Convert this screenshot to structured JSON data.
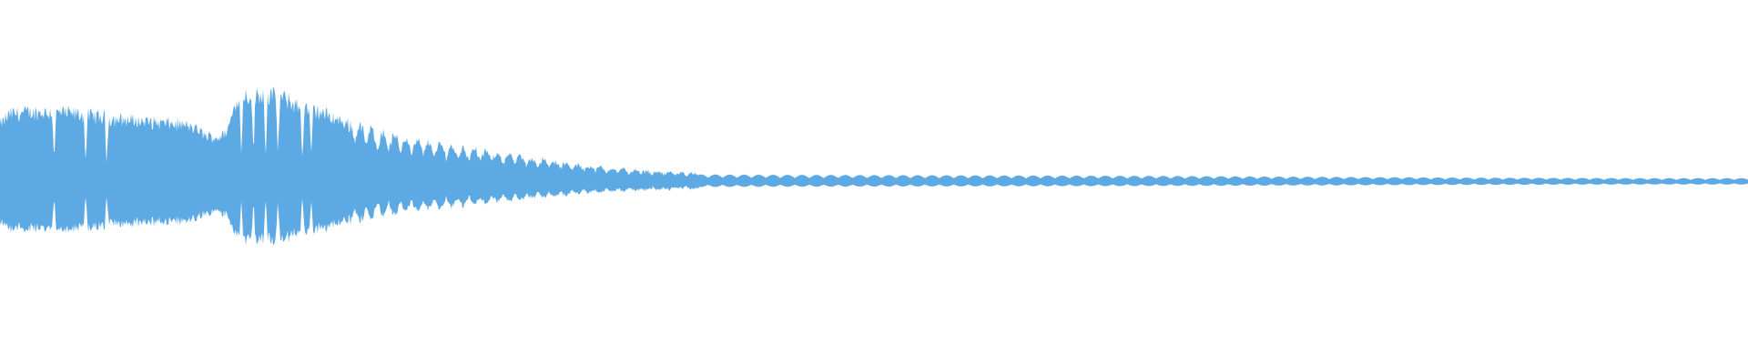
{
  "waveform": {
    "color": "#5DA9E3",
    "background": "#FFFFFF",
    "envelope": [
      {
        "t": 0.0,
        "a": 0.62
      },
      {
        "t": 0.006,
        "a": 0.75
      },
      {
        "t": 0.03,
        "a": 0.77
      },
      {
        "t": 0.05,
        "a": 0.73
      },
      {
        "t": 0.065,
        "a": 0.69
      },
      {
        "t": 0.09,
        "a": 0.65
      },
      {
        "t": 0.105,
        "a": 0.62
      },
      {
        "t": 0.112,
        "a": 0.58
      },
      {
        "t": 0.118,
        "a": 0.5
      },
      {
        "t": 0.125,
        "a": 0.48
      },
      {
        "t": 0.13,
        "a": 0.55
      },
      {
        "t": 0.136,
        "a": 0.95
      },
      {
        "t": 0.15,
        "a": 0.97
      },
      {
        "t": 0.165,
        "a": 0.9
      },
      {
        "t": 0.172,
        "a": 0.8
      },
      {
        "t": 0.176,
        "a": 0.82
      },
      {
        "t": 0.185,
        "a": 0.75
      },
      {
        "t": 0.2,
        "a": 0.62
      },
      {
        "t": 0.215,
        "a": 0.5
      },
      {
        "t": 0.24,
        "a": 0.4
      },
      {
        "t": 0.27,
        "a": 0.32
      },
      {
        "t": 0.3,
        "a": 0.24
      },
      {
        "t": 0.33,
        "a": 0.16
      },
      {
        "t": 0.36,
        "a": 0.11
      },
      {
        "t": 0.39,
        "a": 0.08
      },
      {
        "t": 0.45,
        "a": 0.075
      },
      {
        "t": 0.55,
        "a": 0.07
      },
      {
        "t": 0.65,
        "a": 0.065
      },
      {
        "t": 0.75,
        "a": 0.055
      },
      {
        "t": 0.85,
        "a": 0.045
      },
      {
        "t": 0.95,
        "a": 0.04
      },
      {
        "t": 1.0,
        "a": 0.04
      }
    ],
    "gaps": [
      0.031,
      0.049,
      0.061,
      0.138,
      0.145,
      0.152,
      0.159,
      0.173,
      0.178
    ]
  }
}
